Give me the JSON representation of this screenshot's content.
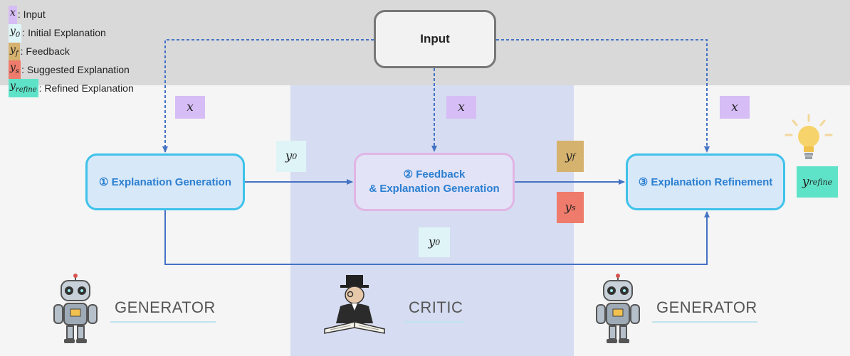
{
  "legend": [
    {
      "symbol": "x",
      "sub": "",
      "label": ": Input",
      "color": "#d6bdf5"
    },
    {
      "symbol": "y",
      "sub": "0",
      "label": ": Initial Explanation",
      "color": "#dff4f7"
    },
    {
      "symbol": "y",
      "sub": "f",
      "label": ": Feedback",
      "color": "#d6b26f"
    },
    {
      "symbol": "y",
      "sub": "s",
      "label": ": Suggested Explanation",
      "color": "#ee7b6b"
    },
    {
      "symbol": "y",
      "sub": "refine",
      "label": ": Refined Explanation",
      "color": "#5fe3c8"
    }
  ],
  "nodes": {
    "input": "Input",
    "generation": "① Explanation Generation",
    "critic_line1": "② Feedback",
    "critic_line2": "& Explanation Generation",
    "refinement": "③ Explanation Refinement"
  },
  "edge_labels": {
    "x_symbol": "x",
    "y_symbol": "y",
    "y0_sub": "0",
    "yf_sub": "f",
    "ys_sub": "s",
    "yrefine_sub": "refine"
  },
  "roles": {
    "generator_left": "GENERATOR",
    "critic": "CRITIC",
    "generator_right": "GENERATOR"
  },
  "colors": {
    "input_chip": "#d6bdf5",
    "initial_chip": "#dff4f7",
    "feedback_chip": "#d6b26f",
    "suggested_chip": "#ee7b6b",
    "refined_chip": "#5fe3c8",
    "arrow": "#4472c4",
    "node_border": "#3ec2ea",
    "critic_border": "#e1b5e5"
  }
}
